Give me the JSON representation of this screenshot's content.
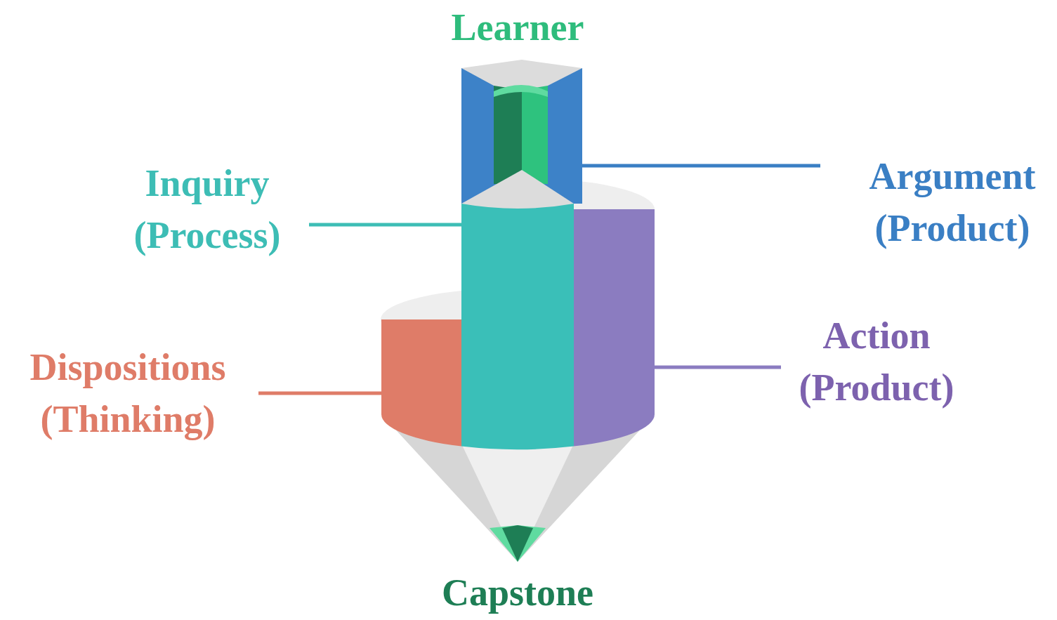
{
  "diagram": {
    "labels": [
      "Learner",
      "Inquiry (Process)",
      "Argument (Product)",
      "Dispositions (Thinking)",
      "Action (Product)",
      "Capstone"
    ]
  }
}
